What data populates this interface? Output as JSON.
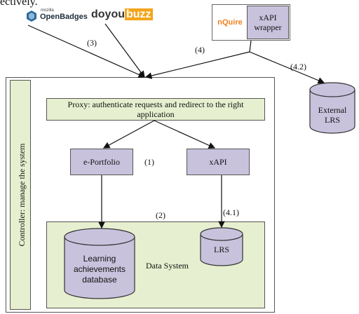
{
  "caption": "ectively.",
  "logos": {
    "mozilla": "mozilla",
    "openbadges": "OpenBadges",
    "doyoubuzz_a": "doyou",
    "doyoubuzz_b": "buzz",
    "nquire": "nQuire"
  },
  "nodes": {
    "xapi_wrapper": "xAPI wrapper",
    "proxy": "Proxy: authenticate requests and redirect to the right application",
    "eportfolio": "e-Portfolio",
    "xapi": "xAPI",
    "learning_db": "Learning achievements database",
    "lrs": "LRS",
    "external_lrs": "External LRS",
    "controller": "Controller: manage the system",
    "data_system": "Data System"
  },
  "edge_labels": {
    "e3": "(3)",
    "e4": "(4)",
    "e42": "(4.2)",
    "e1": "(1)",
    "e2": "(2)",
    "e41": "(4.1)"
  },
  "colors": {
    "purple": "#c9c2dd",
    "green": "#e6efcf",
    "doyou": "#333333",
    "buzz": "#f4a51c",
    "openbadges_icon": "#2d6a9b",
    "nquire": "#f08020"
  }
}
